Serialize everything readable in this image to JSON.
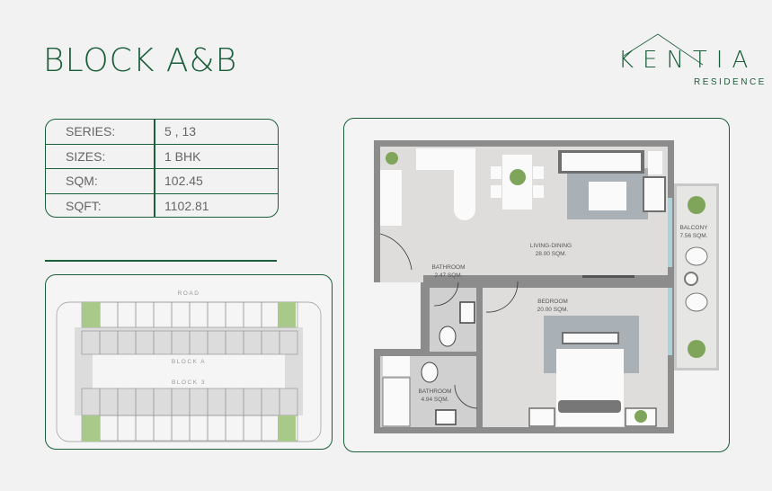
{
  "title": "BLOCK A&B",
  "logo": {
    "word": "KENTIA",
    "sub": "RESIDENCE"
  },
  "specs": [
    {
      "label": "SERIES:",
      "value": "5 , 13"
    },
    {
      "label": "SIZES:",
      "value": "1 BHK"
    },
    {
      "label": "SQM:",
      "value": "102.45"
    },
    {
      "label": "SQFT:",
      "value": "1102.81"
    }
  ],
  "keyplan": {
    "road": "ROAD",
    "block_a": "BLOCK A",
    "block_b": "BLOCK 3",
    "highlight_color": "#a8c98a"
  },
  "floorplan": {
    "rooms": [
      {
        "name": "LIVING-DINING",
        "area": "28.00 SQM."
      },
      {
        "name": "BATHROOM",
        "area": "2.47 SQM."
      },
      {
        "name": "BEDROOM",
        "area": "20.00 SQM."
      },
      {
        "name": "BATHROOM",
        "area": "4.94 SQM."
      },
      {
        "name": "BALCONY",
        "area": "7.56 SQM."
      }
    ]
  },
  "colors": {
    "brand": "#1b5e3a",
    "wall": "#8c8c8c",
    "glass": "#a9d3d8"
  }
}
